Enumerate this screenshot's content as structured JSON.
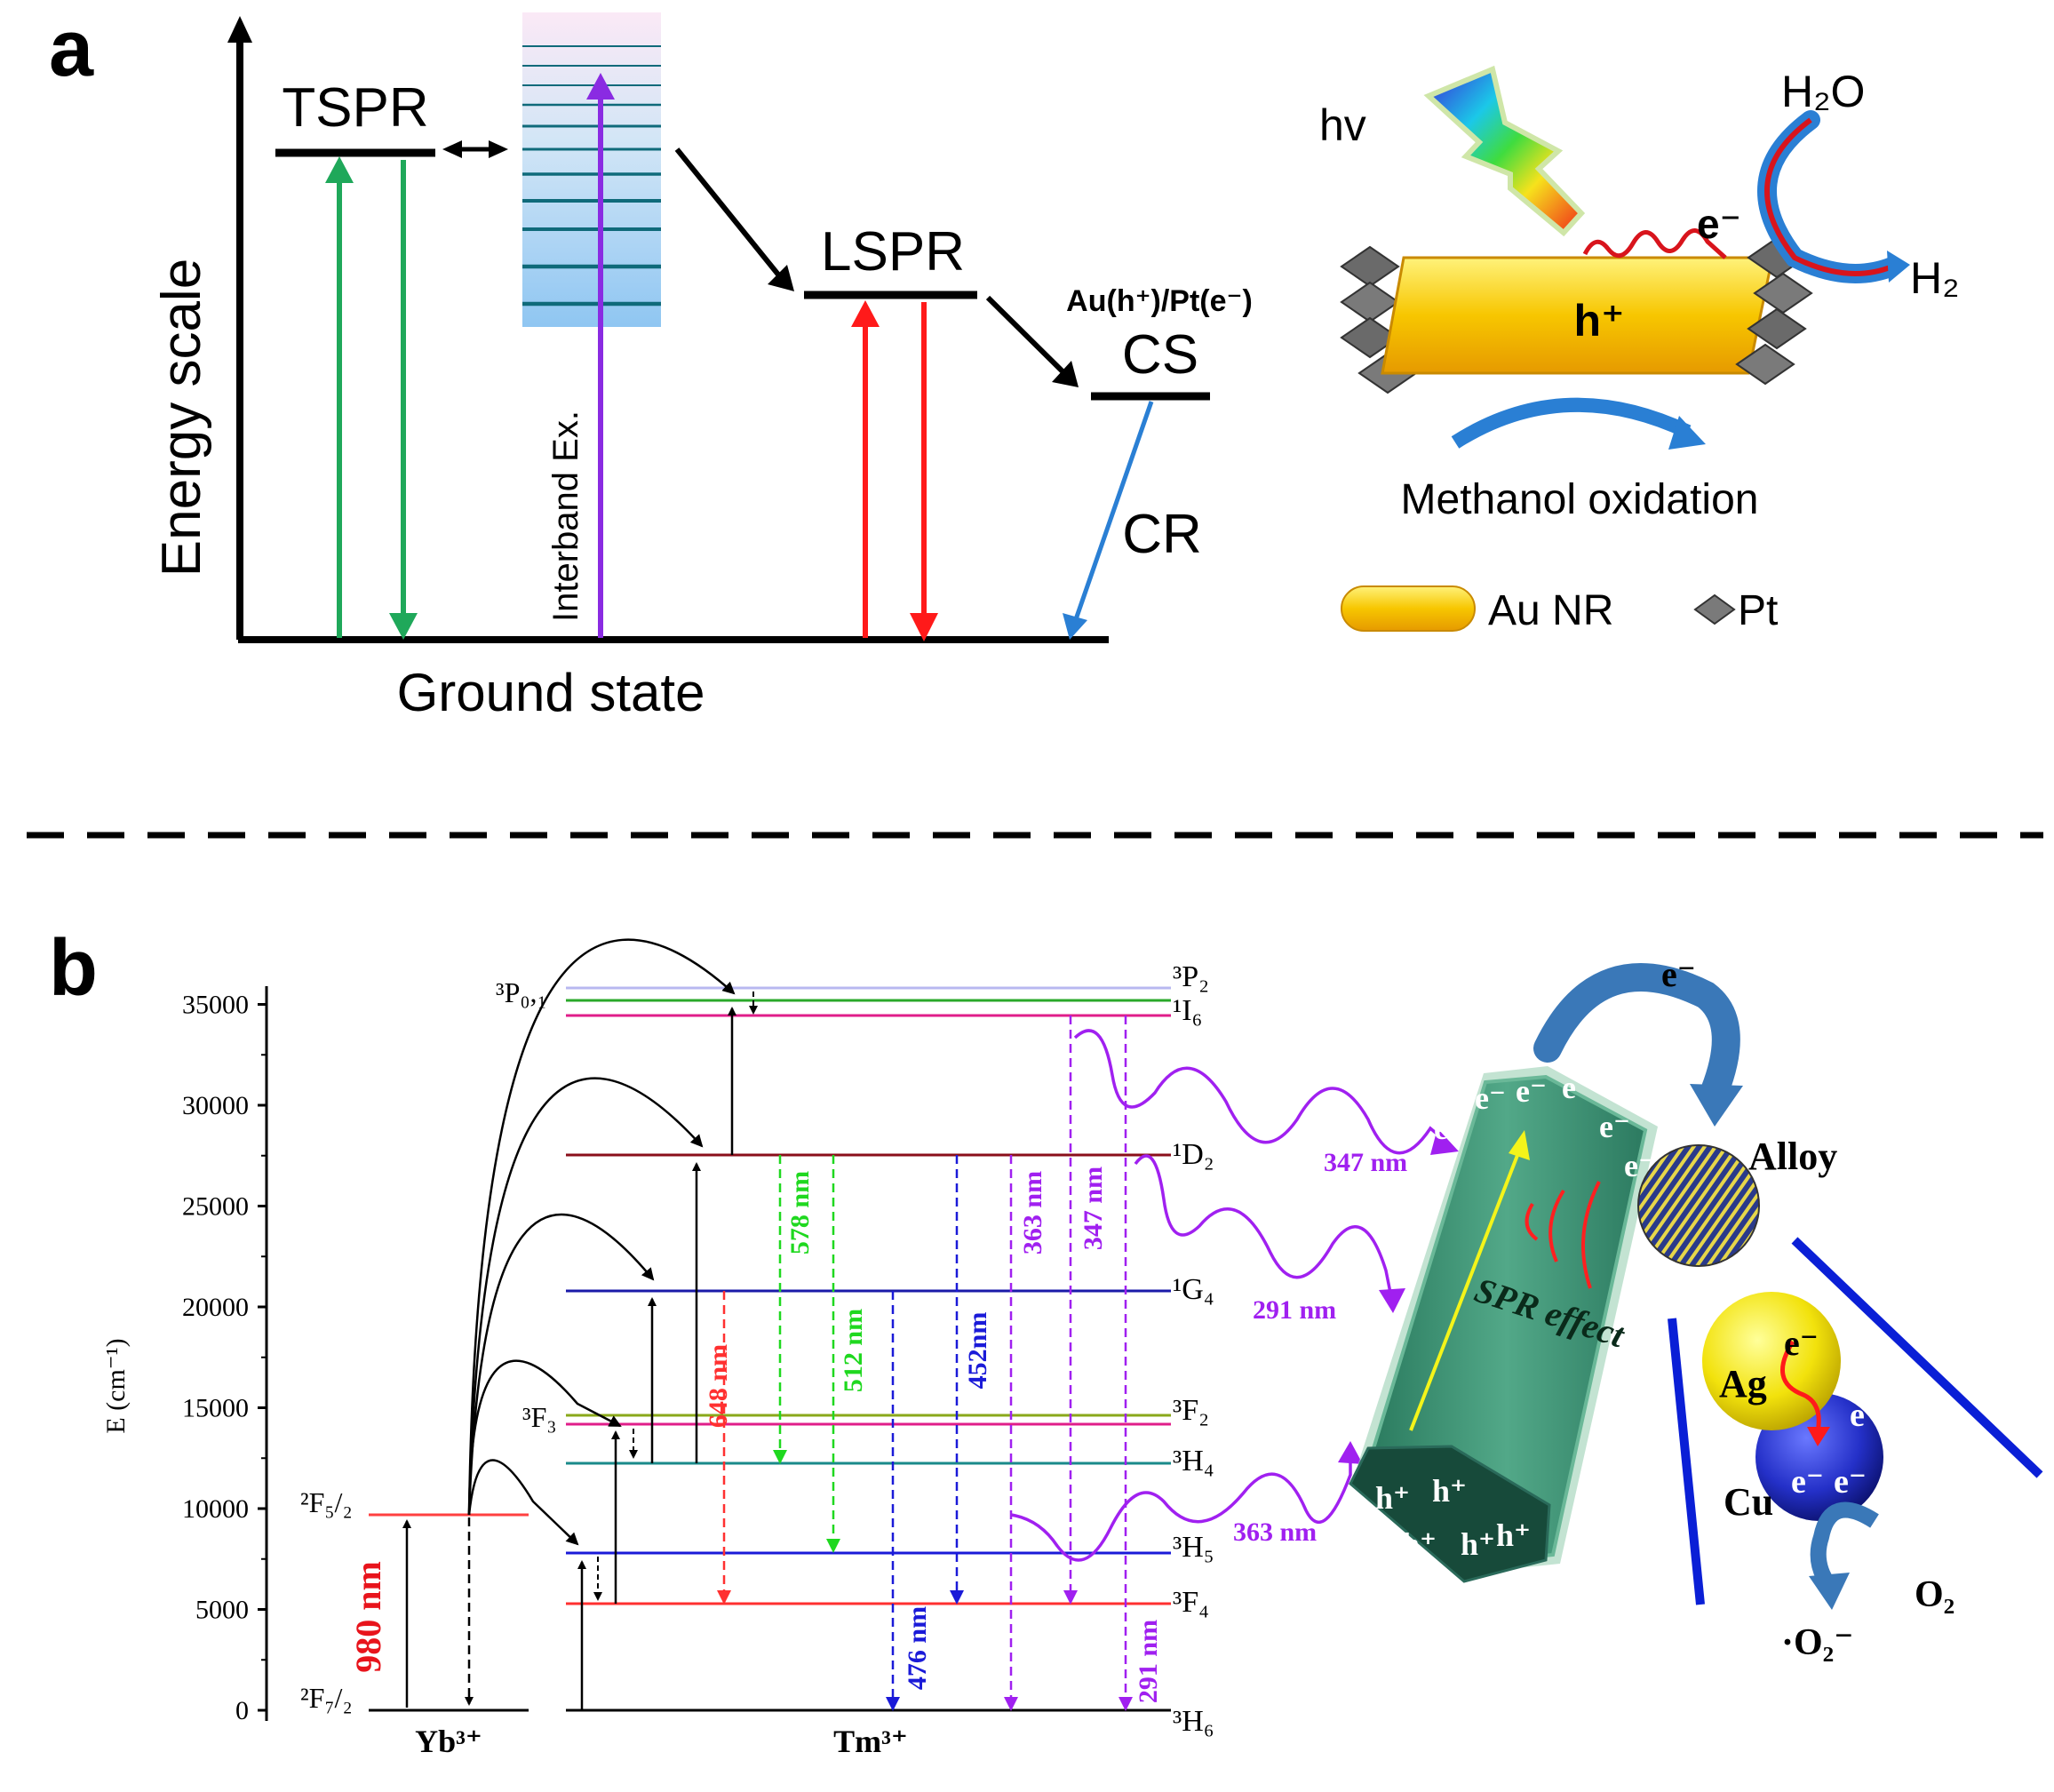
{
  "colors": {
    "green": "#1fa85a",
    "violet": "#8a2be2",
    "red": "#ff1a1a",
    "blue_arrow": "#2a7fd4",
    "gold": "#f6c400",
    "teal_rod": "#2e8a6e",
    "blue_line": "#0a1fd6",
    "purple_wave": "#a020f0",
    "green_dash": "#1fd81f",
    "red_label": "#e8141c"
  },
  "panel_a": {
    "label": "a",
    "y_axis_label": "Energy scale",
    "ground_label": "Ground state",
    "tspr": "TSPR",
    "lspr": "LSPR",
    "interband": "Interband Ex.",
    "au_pt": "Au(h⁺)/Pt(e⁻)",
    "cs": "CS",
    "cr": "CR",
    "hv": "hv",
    "h2o": "H₂O",
    "h2": "H₂",
    "e_minus": "e⁻",
    "h_plus": "h⁺",
    "methanol": "Methanol oxidation",
    "legend_au": "Au NR",
    "legend_pt": "Pt"
  },
  "panel_b": {
    "label": "b",
    "y_axis_label": "E (cm⁻¹)",
    "y_ticks": [
      "0",
      "5000",
      "10000",
      "15000",
      "20000",
      "25000",
      "30000",
      "35000"
    ],
    "yb_label": "Yb³⁺",
    "tm_label": "Tm³⁺",
    "yb_levels": [
      "²F₅/₂",
      "²F₇/₂"
    ],
    "pump": "980 nm",
    "tm_levels_right": [
      "³P₂",
      "¹I₆",
      "¹D₂",
      "¹G₄",
      "³F₂",
      "³H₄",
      "³H₅",
      "³F₄",
      "³H₆"
    ],
    "tm_levels_left": [
      "³P₀,₁",
      "³F₃"
    ],
    "transitions": [
      "648 nm",
      "578 nm",
      "512 nm",
      "452nm",
      "476 nm",
      "363 nm",
      "347 nm",
      "291 nm"
    ],
    "wave_labels": [
      "347 nm",
      "291 nm",
      "363 nm"
    ],
    "spr": "SPR effect",
    "alloy": "Alloy",
    "ag": "Ag",
    "cu": "Cu",
    "o2": "O₂",
    "o2_radical": "·O₂⁻",
    "e_minus": "e⁻",
    "h_plus": "h⁺"
  }
}
